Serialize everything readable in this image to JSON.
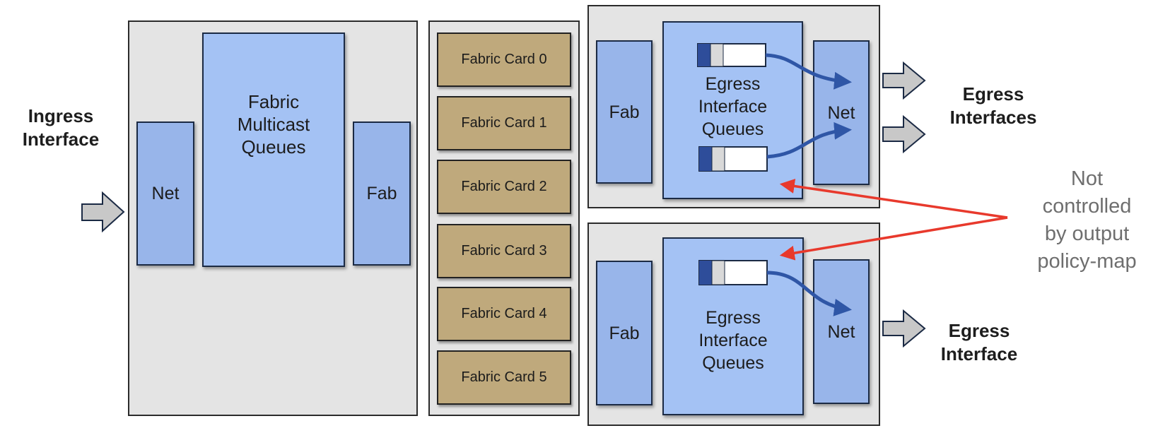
{
  "ingress": {
    "label": "Ingress\nInterface",
    "net_label": "Net",
    "fabric_queues_label": "Fabric\nMulticast\nQueues",
    "fab_label": "Fab"
  },
  "fabric_cards": [
    "Fabric Card 0",
    "Fabric Card 1",
    "Fabric Card 2",
    "Fabric Card 3",
    "Fabric Card 4",
    "Fabric Card 5"
  ],
  "egress_top": {
    "fab_label": "Fab",
    "queues_label": "Egress\nInterface\nQueues",
    "net_label": "Net",
    "interface_label": "Egress\nInterfaces"
  },
  "egress_bottom": {
    "fab_label": "Fab",
    "queues_label": "Egress\nInterface\nQueues",
    "net_label": "Net",
    "interface_label": "Egress\nInterface"
  },
  "note": "Not\ncontrolled\nby output\npolicy-map",
  "colors": {
    "panel": "#e4e4e4",
    "blue_box": "#a4c2f4",
    "fabric_card": "#bfa97c",
    "queue_dark": "#2e4d9a",
    "curve": "#2f56a6",
    "red_arrow": "#e8392c",
    "io_arrow": "#c8c8c8"
  }
}
